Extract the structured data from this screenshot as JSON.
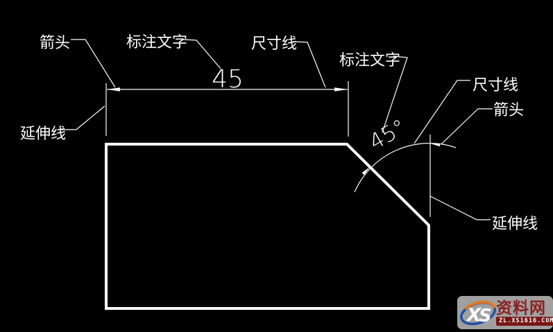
{
  "drawing": {
    "bg_color": "#000000",
    "line_color": "#ffffff",
    "linear_dimension": {
      "value": "45",
      "arrow_label": "箭头",
      "text_label": "标注文字",
      "dim_line_label": "尺寸线",
      "ext_line_label": "延伸线"
    },
    "angular_dimension": {
      "value": "45°",
      "text_label": "标注文字",
      "dim_line_label": "尺寸线",
      "arrow_label": "箭头",
      "ext_line_label": "延伸线"
    }
  },
  "watermark": {
    "logo_letter_x": "X",
    "logo_letter_s": "S",
    "site_name": "资料网",
    "site_url": "ZL.XS1616.COM",
    "colors": {
      "panel": "#a0a0a0",
      "site_name": "#8b2121",
      "bar_bg": "#7a1616",
      "bar_text": "#ffffff",
      "logo_blue": "#1f4fa8",
      "logo_red": "#d12a55",
      "logo_orange": "#e07820"
    }
  }
}
